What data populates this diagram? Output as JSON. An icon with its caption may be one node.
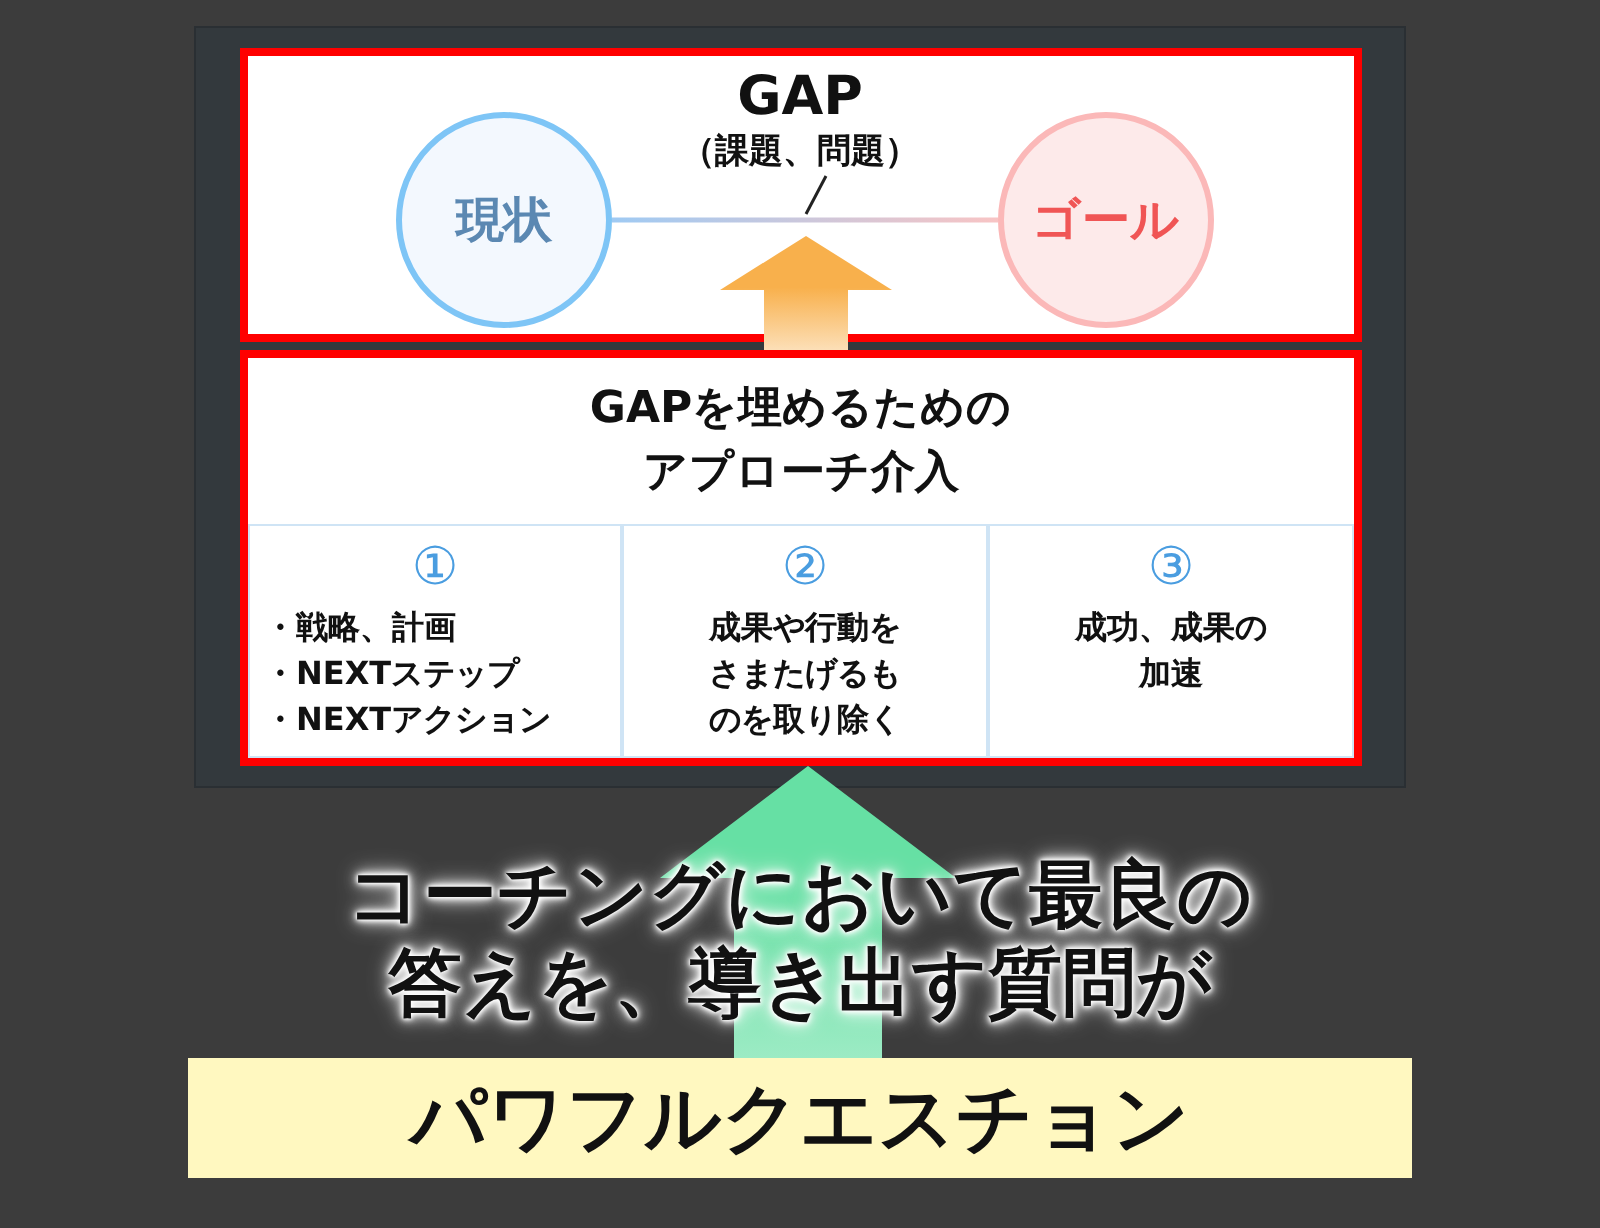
{
  "diagram": {
    "nodes": [
      {
        "text": [],
        "shape": "box"
      },
      {
        "text": [
          "GAP",
          "（課題、問題）"
        ],
        "in": 0
      },
      {
        "text": [
          "現状"
        ],
        "in": 0
      },
      {
        "text": [
          "ゴール"
        ],
        "in": 0
      },
      {
        "text": [
          "GAPを埋めるためのアプローチ介入"
        ]
      },
      {
        "text": [
          "①",
          "・戦略、計画",
          "・NEXTステップ",
          "・NEXTアクション"
        ],
        "in": 4
      },
      {
        "text": [
          "②",
          "成果や行動をさまたげるものを取り除く"
        ],
        "in": 4
      },
      {
        "text": [
          "③",
          "成功、成果の加速"
        ],
        "in": 4
      },
      {
        "text": [
          "パワフルクエスチョン"
        ]
      }
    ],
    "edges": [
      {
        "from": 2,
        "to": 3,
        "arrow": "none",
        "color": "#9fcaf3"
      },
      {
        "from": 1,
        "to": null,
        "arrow": "none"
      },
      {
        "from": 4,
        "to": null,
        "arrow": "to",
        "style": "thick",
        "color": "#f8b04c"
      },
      {
        "from": 8,
        "to": 4,
        "arrow": "to",
        "style": "thick",
        "color": "#66e0a4"
      }
    ],
    "labels": [
      "コーチングにおいて最良の答えを、導き出す質問が"
    ]
  }
}
